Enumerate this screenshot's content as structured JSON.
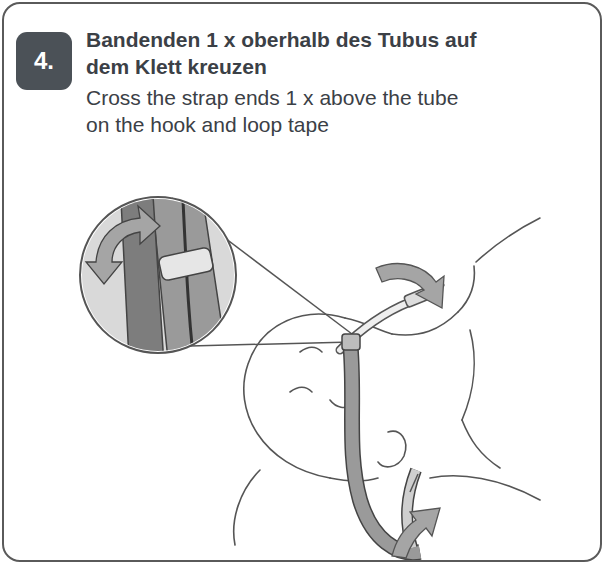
{
  "diagram": {
    "nodes": [
      {
        "text": [
          "Bandenden 1 x oberhalb des Tubus auf dem Klett kreuzen",
          "Cross the strap ends 1 x above the tube on the hook and loop tape"
        ]
      },
      {
        "text": [
          "4."
        ],
        "in": 0
      }
    ]
  }
}
